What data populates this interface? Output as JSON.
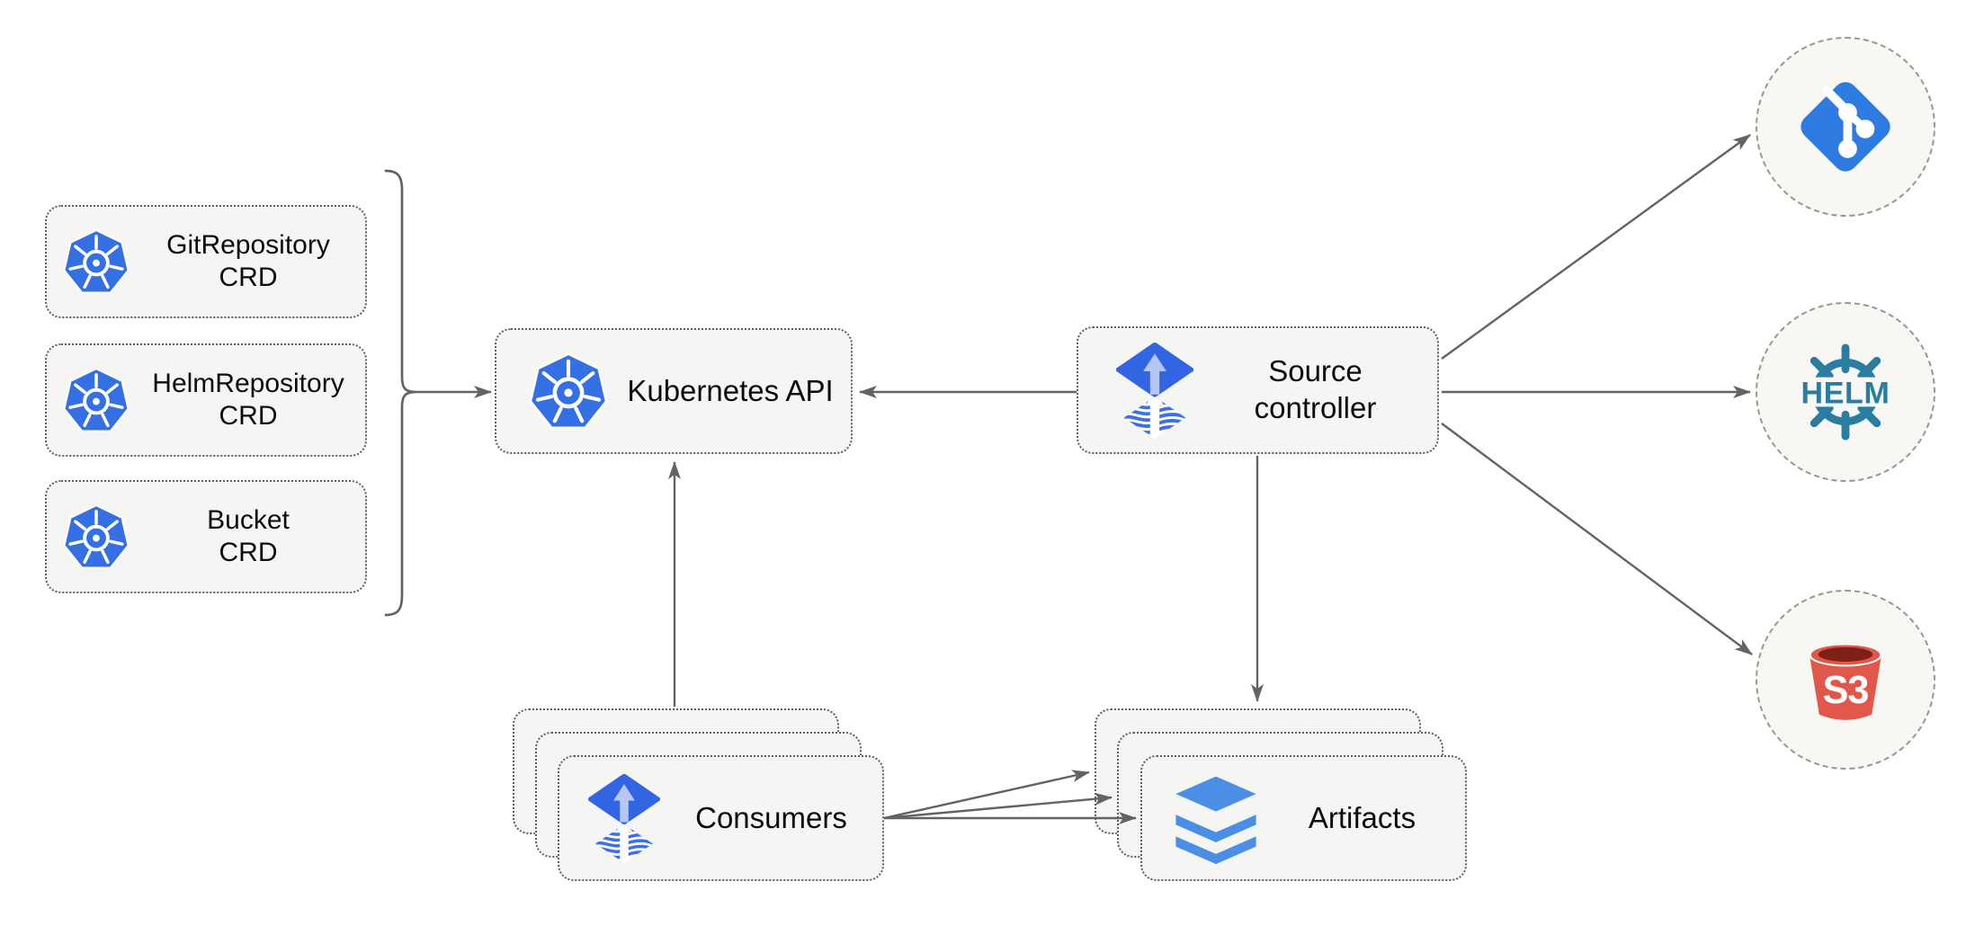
{
  "diagram": {
    "crd_boxes": [
      {
        "label": "GitRepository\nCRD",
        "icon": "kubernetes"
      },
      {
        "label": "HelmRepository\nCRD",
        "icon": "kubernetes"
      },
      {
        "label": "Bucket\nCRD",
        "icon": "kubernetes"
      }
    ],
    "kubernetes_api": {
      "label": "Kubernetes API",
      "icon": "kubernetes"
    },
    "source_controller": {
      "label": "Source\ncontroller",
      "icon": "flux"
    },
    "consumers": {
      "label": "Consumers",
      "icon": "flux"
    },
    "artifacts": {
      "label": "Artifacts",
      "icon": "layers"
    },
    "sources": {
      "git": {
        "icon": "git-diamond"
      },
      "helm": {
        "icon": "helm-wheel",
        "label": "HELM"
      },
      "s3": {
        "icon": "s3-bucket",
        "label": "S3"
      }
    },
    "colors": {
      "kubernetes_blue": "#3470e4",
      "flux_blue": "#3165e4",
      "flux_arrow_light": "#b6c7f4",
      "layers_blue": "#4a8ee6",
      "git_blue": "#2e7ce1",
      "helm_teal": "#2a7da0",
      "s3_red": "#e1574a",
      "s3_dark_red": "#7e2016",
      "arrow_gray": "#636363",
      "node_fill": "#f5f5f4",
      "node_border": "#5e5e5e",
      "circle_fill": "#f8f7f4",
      "circle_border": "#979797"
    }
  }
}
